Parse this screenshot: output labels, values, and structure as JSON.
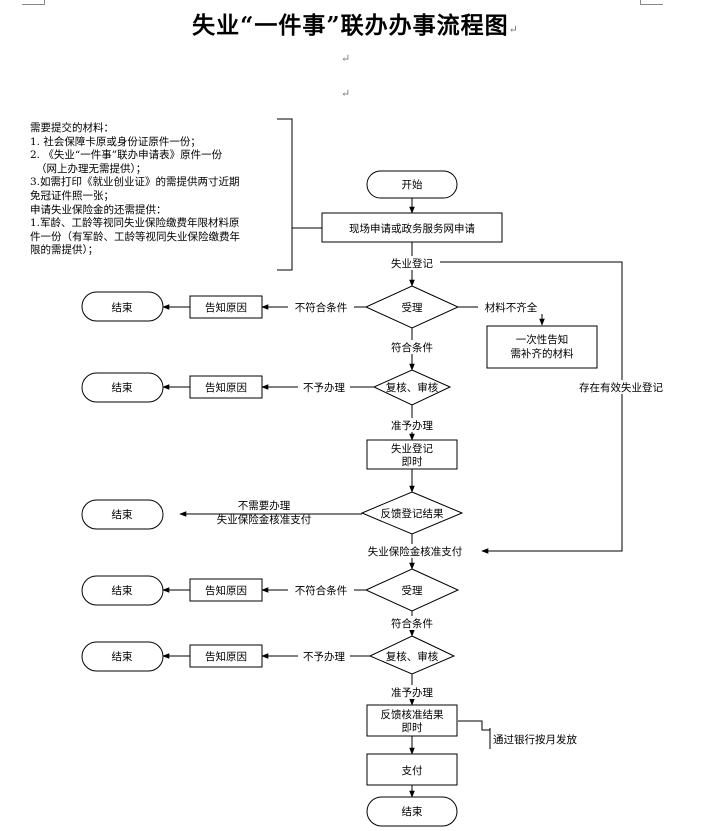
{
  "title": "失业“一件事”联办办事流程图",
  "paragraph_mark": "↵",
  "materials": [
    "需要提交的材料：",
    "1. 社会保障卡原或身份证原件一份；",
    "2. 《失业“一件事”联办申请表》原件一份",
    "（网上办理无需提供）；",
    "3.如需打印《就业创业证》的需提供两寸近期",
    "免冠证件照一张；",
    "申请失业保险金的还需提供：",
    "1.军龄、工龄等视同失业保险缴费年限材料原",
    "件一份（有军龄、工龄等视同失业保险缴费年",
    "限的需提供）；"
  ],
  "nodes": {
    "start": "开始",
    "apply": "现场申请或政务服务网申请",
    "accept_1": "受理",
    "notify_missing": [
      "一次性告知",
      "需补齐的材料"
    ],
    "end_1": "结束",
    "reason_1": "告知原因",
    "review_1": "复核、审核",
    "end_2": "结束",
    "reason_2": "告知原因",
    "register_now": [
      "失业登记",
      "即时"
    ],
    "feedback_register": "反馈登记结果",
    "end_3": "结束",
    "accept_2": "受理",
    "end_4": "结束",
    "reason_3": "告知原因",
    "review_2": "复核、审核",
    "end_5": "结束",
    "reason_4": "告知原因",
    "feedback_approve": [
      "反馈核准结果",
      "即时"
    ],
    "bank_monthly": "通过银行按月发放",
    "pay": "支付",
    "end_final": "结束"
  },
  "labels": {
    "unemployment_registration": "失业登记",
    "materials_incomplete": "材料不齐全",
    "not_qualified_1": "不符合条件",
    "qualified_1": "符合条件",
    "not_processed_1": "不予办理",
    "approved_1": "准予办理",
    "existing_registration": "存在有效失业登记",
    "no_need": [
      "不需要办理",
      "失业保险金核准支付"
    ],
    "insurance_pay": "失业保险金核准支付",
    "not_qualified_2": "不符合条件",
    "qualified_2": "符合条件",
    "not_processed_2": "不予办理",
    "approved_2": "准予办理"
  }
}
